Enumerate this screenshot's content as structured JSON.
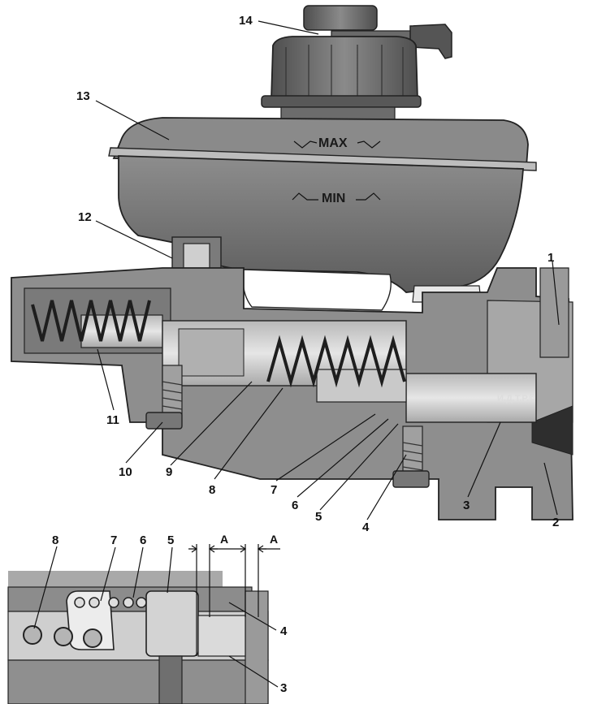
{
  "levels": {
    "max": "MAX",
    "min": "MIN"
  },
  "credit": "И.Д.Т.Р.©",
  "dimension_label": "A",
  "callouts": {
    "c1": "1",
    "c2": "2",
    "c3": "3",
    "c4": "4",
    "c5": "5",
    "c6": "6",
    "c7": "7",
    "c8": "8",
    "c9": "9",
    "c10": "10",
    "c11": "11",
    "c12": "12",
    "c13": "13",
    "c14": "14"
  },
  "detail_callouts": {
    "d3": "3",
    "d4": "4",
    "d5": "5",
    "d6": "6",
    "d7": "7",
    "d8": "8"
  },
  "colors": {
    "body_light": "#9a9a9a",
    "body_dark": "#5a5a5a",
    "reservoir": "#7d7d7d",
    "cap": "#6a6a6a",
    "detail_gray": "#8c8c8c"
  }
}
